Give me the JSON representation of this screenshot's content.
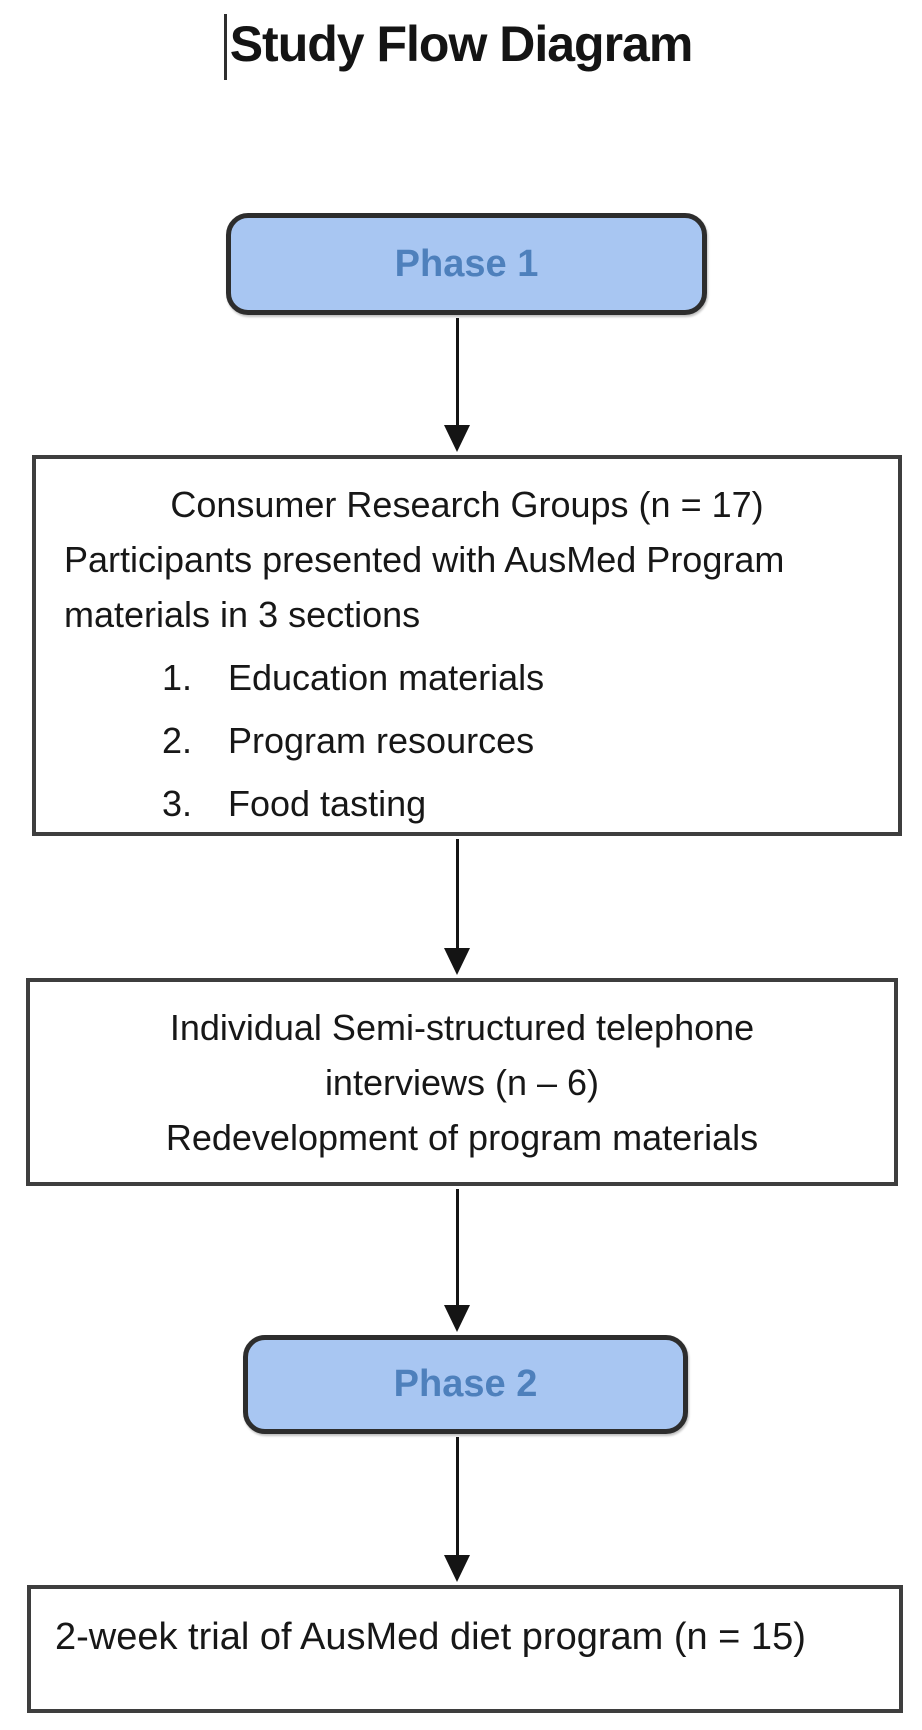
{
  "title": "Study Flow Diagram",
  "colors": {
    "background": "#ffffff",
    "phase_fill": "#a8c6f2",
    "phase_text": "#4e80bc",
    "phase_border": "#2d2d2d",
    "box_border": "#3e3e3e",
    "body_text": "#171717",
    "arrow": "#141414"
  },
  "diagram": {
    "phase1": {
      "label": "Phase 1"
    },
    "consumer_box": {
      "heading": "Consumer Research Groups (n = 17)",
      "paragraph": "Participants presented with AusMed Program materials in 3 sections",
      "items": [
        {
          "num": "1.",
          "label": "Education materials"
        },
        {
          "num": "2.",
          "label": "Program resources"
        },
        {
          "num": "3.",
          "label": "Food tasting"
        }
      ]
    },
    "interviews_box": {
      "line1": "Individual Semi-structured telephone",
      "line2": "interviews (n – 6)",
      "line3": "Redevelopment of program materials"
    },
    "phase2": {
      "label": "Phase 2"
    },
    "trial_box": {
      "text": "2-week trial of AusMed diet program (n = 15)"
    }
  }
}
